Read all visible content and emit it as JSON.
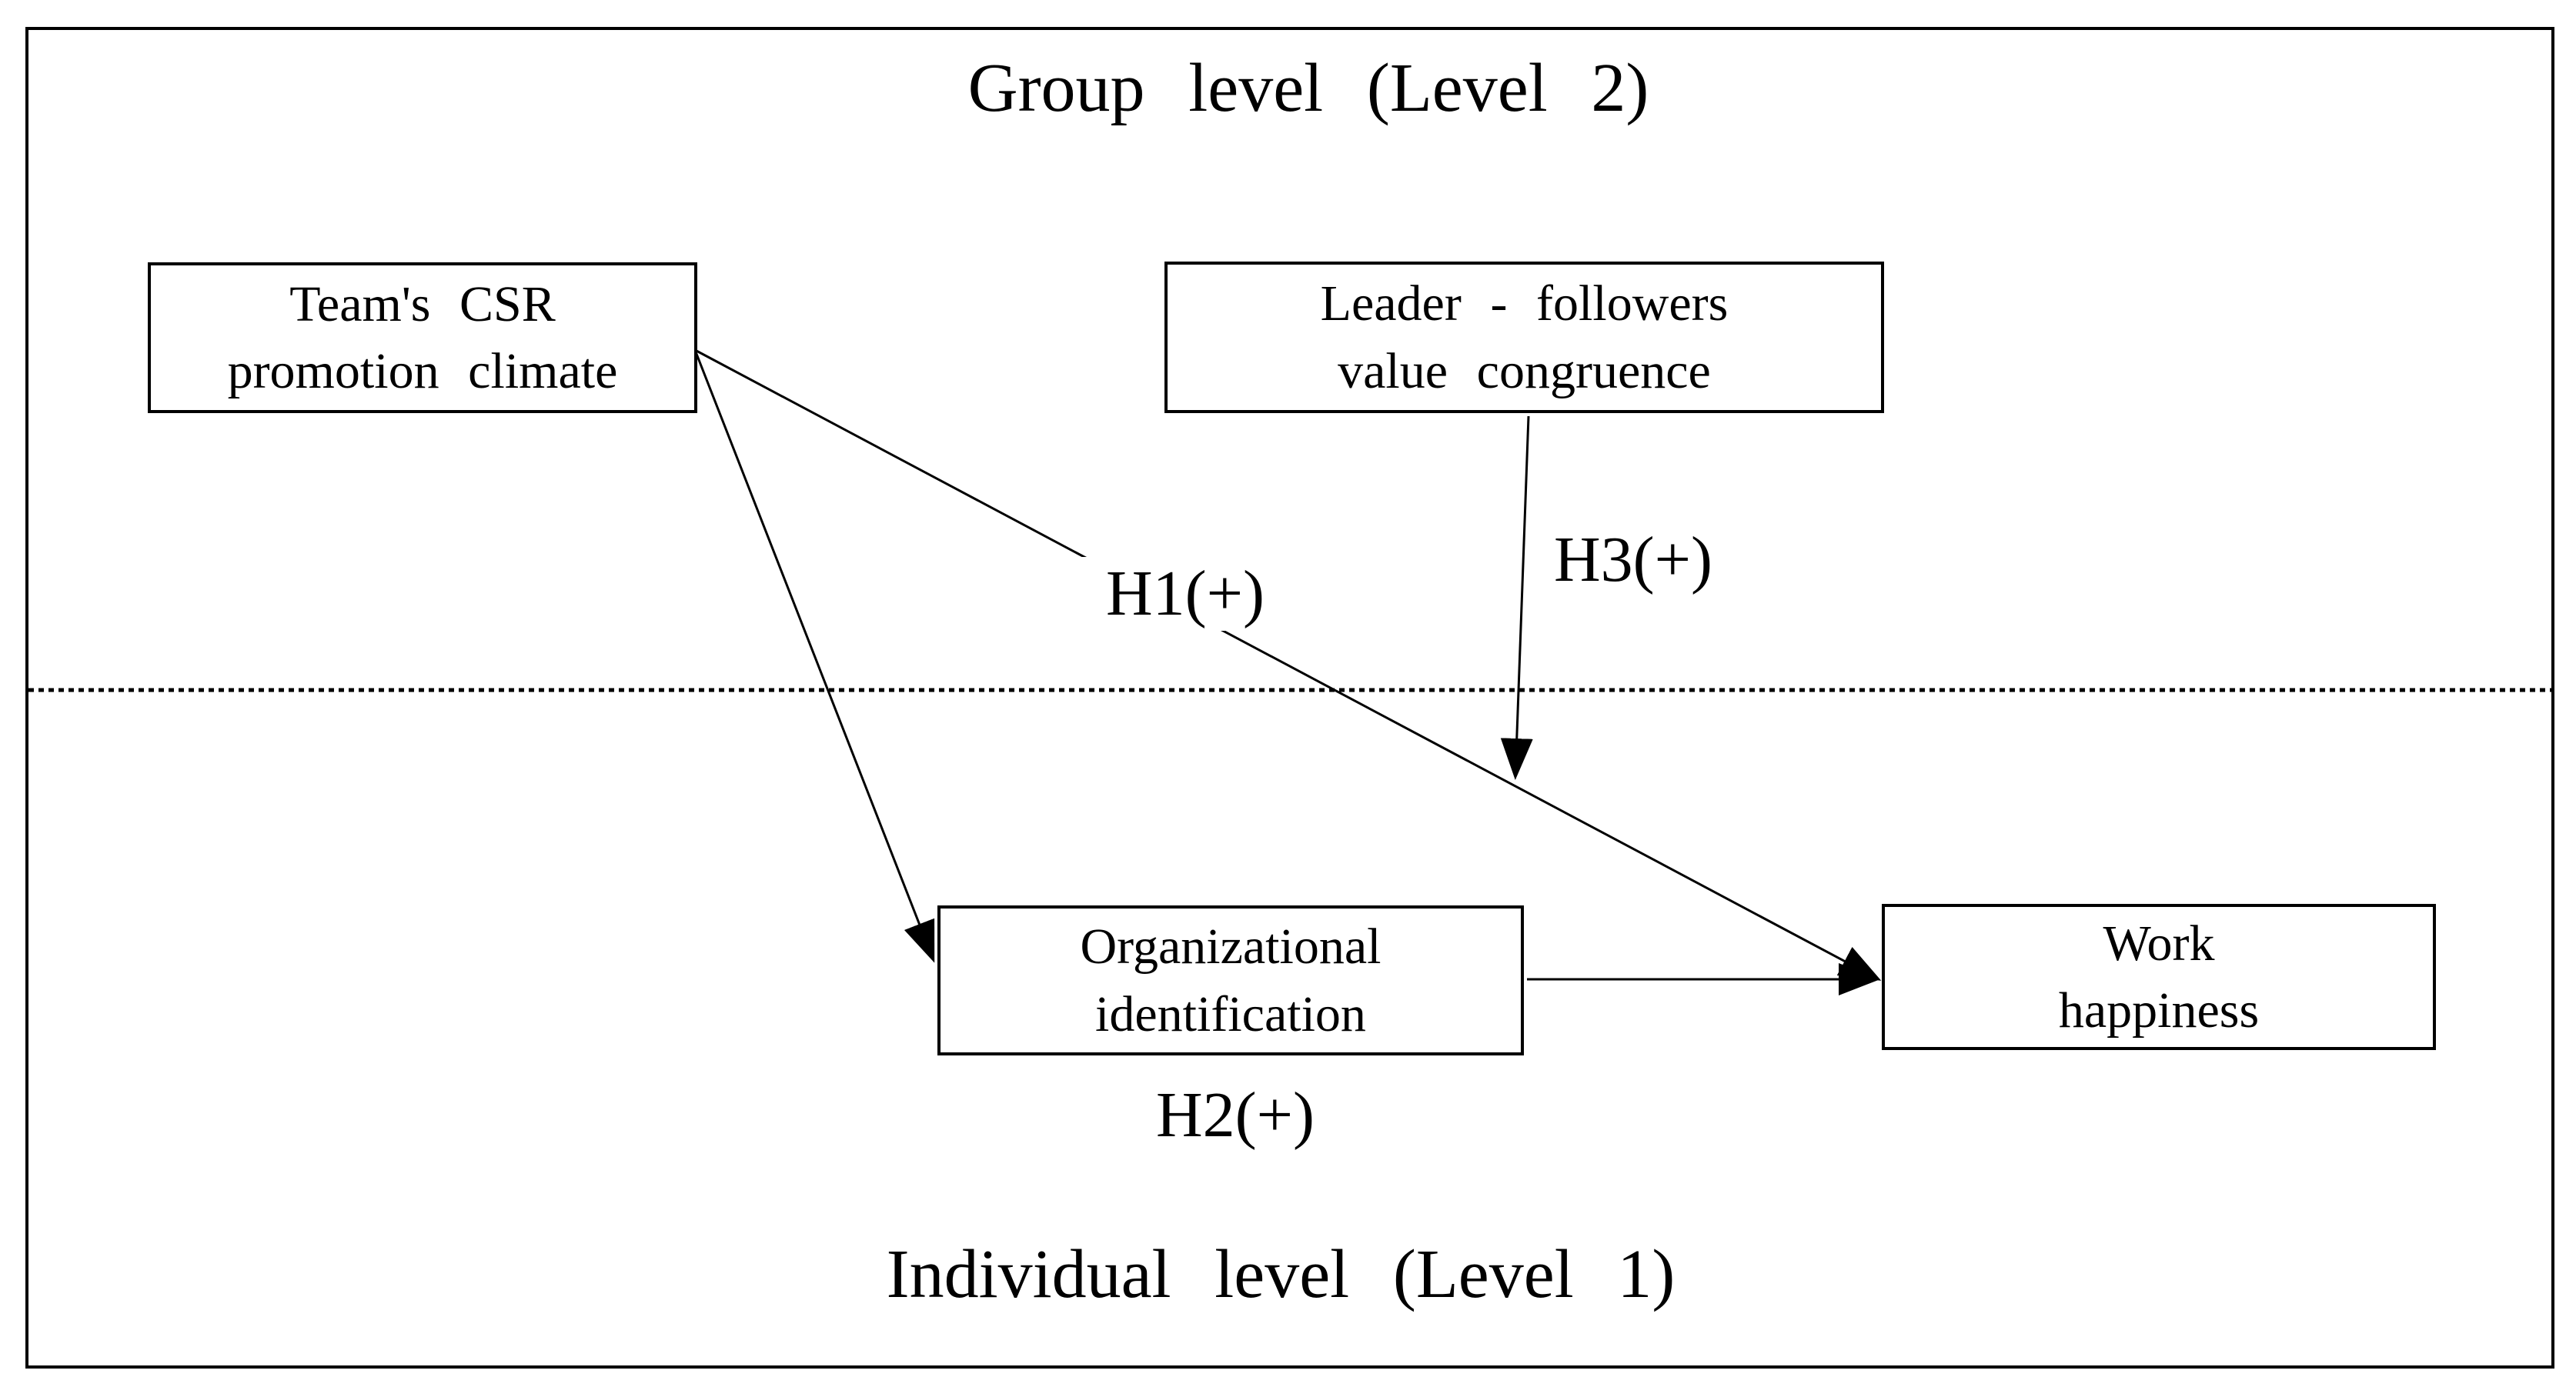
{
  "figure": {
    "group_level_title": "Group level (Level 2)",
    "individual_level_title": "Individual level (Level 1)",
    "boxes": {
      "team_csr": {
        "line1": "Team's CSR",
        "line2": "promotion climate"
      },
      "leader_followers": {
        "line1": "Leader - followers",
        "line2": "value congruence"
      },
      "org_identification": {
        "line1": "Organizational",
        "line2": "identification"
      },
      "work_happiness": {
        "line1": "Work",
        "line2": "happiness"
      }
    },
    "hypothesis_labels": {
      "h1": "H1(+)",
      "h2": "H2(+)",
      "h3": "H3(+)"
    },
    "colors": {
      "ink": "#000000",
      "background": "#ffffff"
    }
  }
}
